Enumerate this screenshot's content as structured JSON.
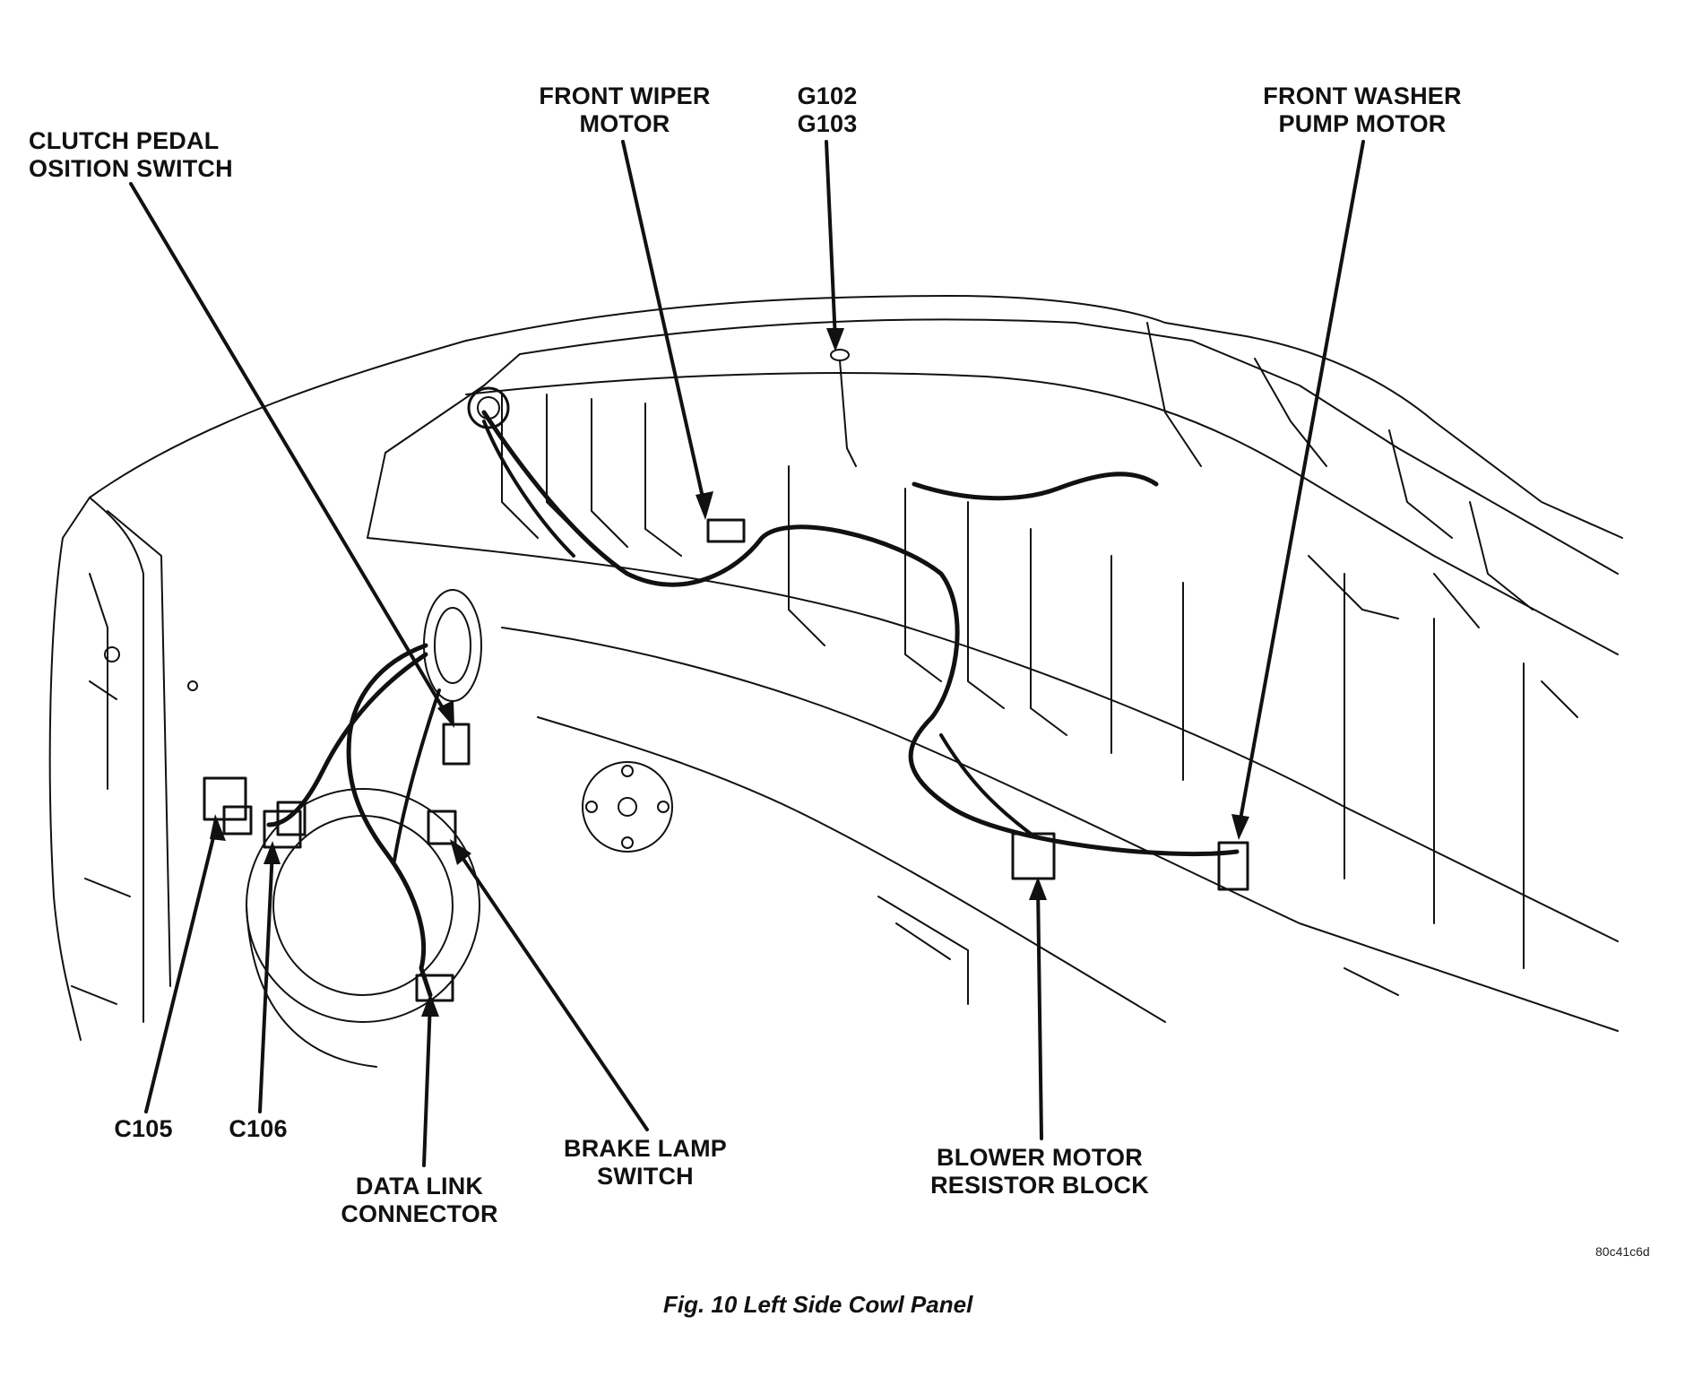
{
  "labels": {
    "front_wiper_motor": [
      "FRONT WIPER",
      "MOTOR"
    ],
    "ground": [
      "G102",
      "G103"
    ],
    "front_washer_pump_motor": [
      "FRONT WASHER",
      "PUMP MOTOR"
    ],
    "clutch_pedal_position_switch": [
      "CLUTCH PEDAL",
      "OSITION SWITCH"
    ],
    "c105": "C105",
    "c106": "C106",
    "data_link_connector": [
      "DATA LINK",
      "CONNECTOR"
    ],
    "brake_lamp_switch": [
      "BRAKE LAMP",
      "SWITCH"
    ],
    "blower_motor_resistor_block": [
      "BLOWER MOTOR",
      "RESISTOR BLOCK"
    ]
  },
  "figure_code": "80c41c6d",
  "caption": "Fig. 10 Left Side Cowl Panel"
}
